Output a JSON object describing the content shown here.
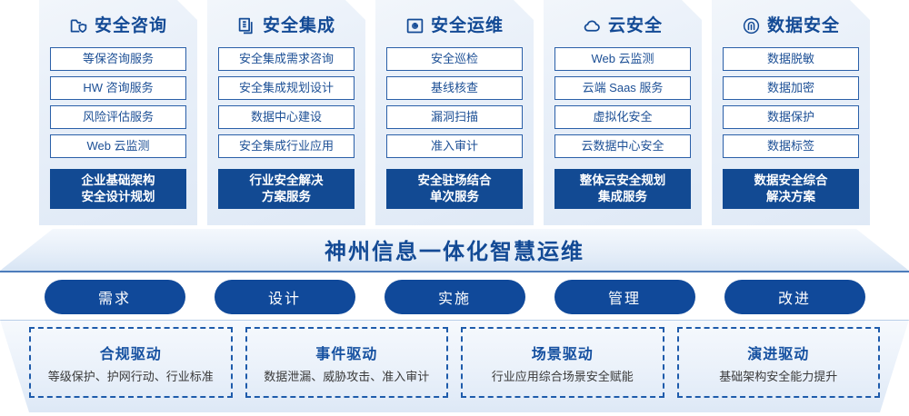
{
  "columns": [
    {
      "icon": "folder-shield-icon",
      "title": "安全咨询",
      "items": [
        "等保咨询服务",
        "HW 咨询服务",
        "风险评估服务",
        "Web 云监测"
      ],
      "highlight": [
        "企业基础架构",
        "安全设计规划"
      ]
    },
    {
      "icon": "documents-copy-icon",
      "title": "安全集成",
      "items": [
        "安全集成需求咨询",
        "安全集成规划设计",
        "数据中心建设",
        "安全集成行业应用"
      ],
      "highlight": [
        "行业安全解决",
        "方案服务"
      ]
    },
    {
      "icon": "chart-square-icon",
      "title": "安全运维",
      "items": [
        "安全巡检",
        "基线核查",
        "漏洞扫描",
        "准入审计"
      ],
      "highlight": [
        "安全驻场结合",
        "单次服务"
      ]
    },
    {
      "icon": "cloud-icon",
      "title": "云安全",
      "items": [
        "Web 云监测",
        "云端 Saas 服务",
        "虚拟化安全",
        "云数据中心安全"
      ],
      "highlight": [
        "整体云安全规划",
        "集成服务"
      ]
    },
    {
      "icon": "fingerprint-icon",
      "title": "数据安全",
      "items": [
        "数据脱敏",
        "数据加密",
        "数据保护",
        "数据标签"
      ],
      "highlight": [
        "数据安全综合",
        "解决方案"
      ]
    }
  ],
  "banner": {
    "title": "神州信息一体化智慧运维"
  },
  "phases": [
    {
      "label": "需求"
    },
    {
      "label": "设计"
    },
    {
      "label": "实施"
    },
    {
      "label": "管理"
    },
    {
      "label": "改进"
    }
  ],
  "drivers": [
    {
      "title": "合规驱动",
      "subtitle": "等级保护、护网行动、行业标准"
    },
    {
      "title": "事件驱动",
      "subtitle": "数据泄漏、威胁攻击、准入审计"
    },
    {
      "title": "场景驱动",
      "subtitle": "行业应用综合场景安全赋能"
    },
    {
      "title": "演进驱动",
      "subtitle": "基础架构安全能力提升"
    }
  ],
  "colors": {
    "primary_navy": "#124a93",
    "title_blue": "#134a95",
    "item_border": "#2a5fa8",
    "dashed_border": "#1e5bab",
    "panel_bg": "#e9f0f9"
  }
}
